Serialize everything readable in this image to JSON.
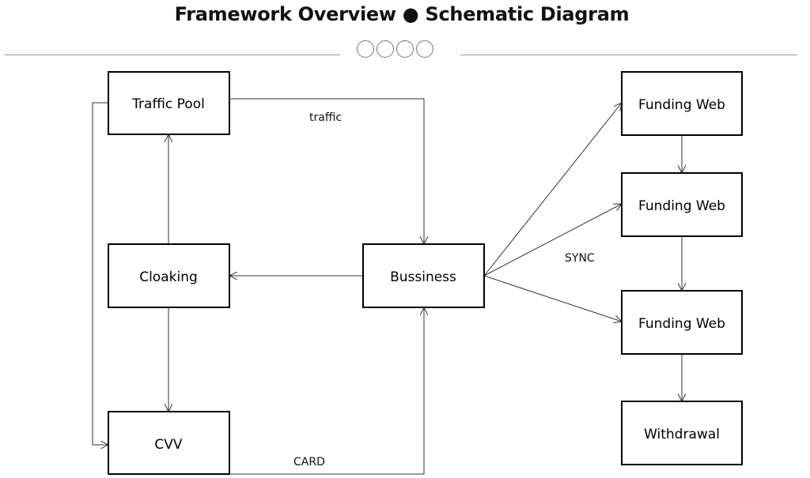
{
  "header": {
    "title": "Framework Overview ● Schematic Diagram"
  },
  "nodes": {
    "traffic_pool": "Traffic Pool",
    "cloaking": "Cloaking",
    "cvv": "CVV",
    "business": "Bussiness",
    "funding_web_1": "Funding Web",
    "funding_web_2": "Funding Web",
    "funding_web_3": "Funding Web",
    "withdrawal": "Withdrawal"
  },
  "edge_labels": {
    "traffic": "traffic",
    "sync": "SYNC",
    "card": "CARD"
  },
  "colors": {
    "box_stroke": "#000000",
    "connector": "#333333",
    "rule": "#999999"
  }
}
